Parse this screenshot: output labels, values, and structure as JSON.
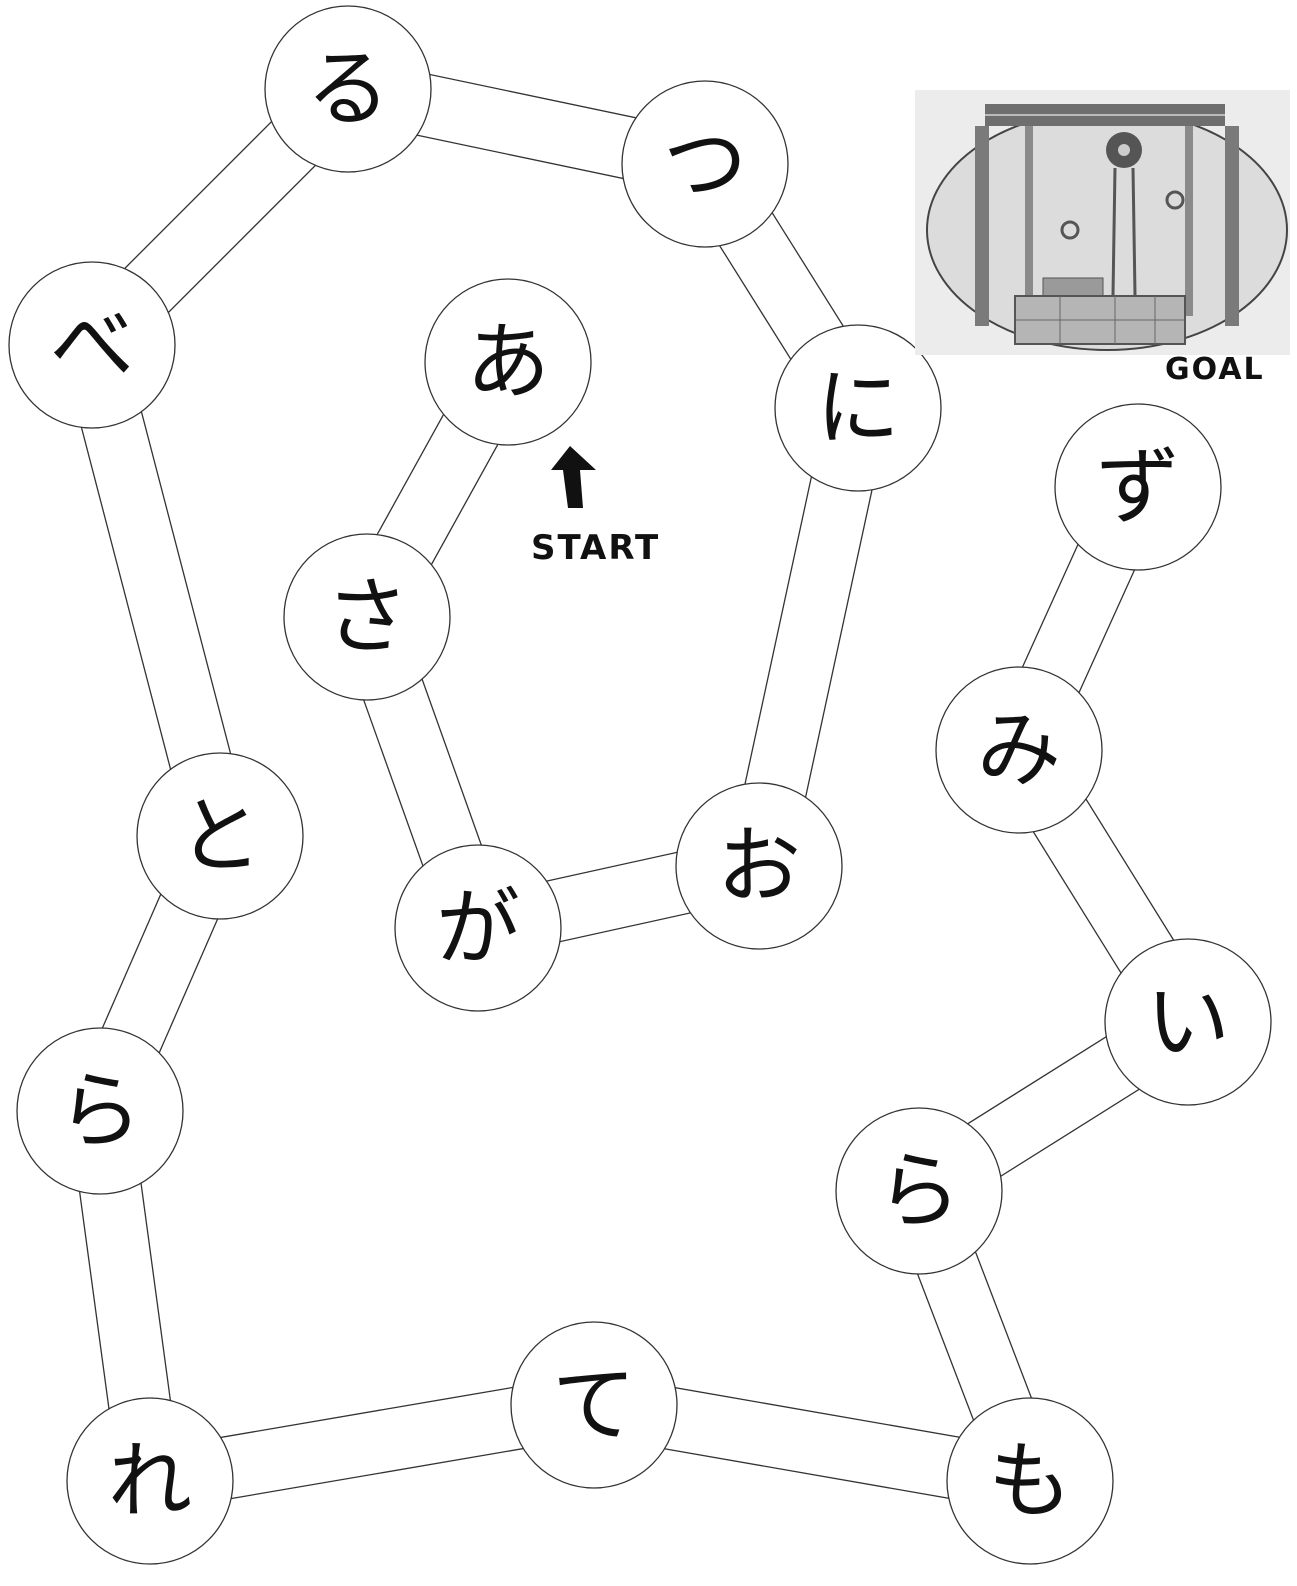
{
  "labels": {
    "start": "START",
    "goal": "GOAL"
  },
  "nodes": [
    {
      "id": "a",
      "char": "あ"
    },
    {
      "id": "sa",
      "char": "さ"
    },
    {
      "id": "ga",
      "char": "が"
    },
    {
      "id": "o",
      "char": "お"
    },
    {
      "id": "ni",
      "char": "に"
    },
    {
      "id": "tsu",
      "char": "つ"
    },
    {
      "id": "ru",
      "char": "る"
    },
    {
      "id": "be",
      "char": "べ"
    },
    {
      "id": "to",
      "char": "と"
    },
    {
      "id": "ra1",
      "char": "ら"
    },
    {
      "id": "re",
      "char": "れ"
    },
    {
      "id": "te",
      "char": "て"
    },
    {
      "id": "mo",
      "char": "も"
    },
    {
      "id": "ra2",
      "char": "ら"
    },
    {
      "id": "i",
      "char": "い"
    },
    {
      "id": "mi",
      "char": "み"
    },
    {
      "id": "zu",
      "char": "ず"
    }
  ],
  "icons": {
    "start_arrow": "arrow-up-icon",
    "goal_image": "well-icon"
  },
  "colors": {
    "ink": "#111111",
    "background": "#ffffff"
  }
}
